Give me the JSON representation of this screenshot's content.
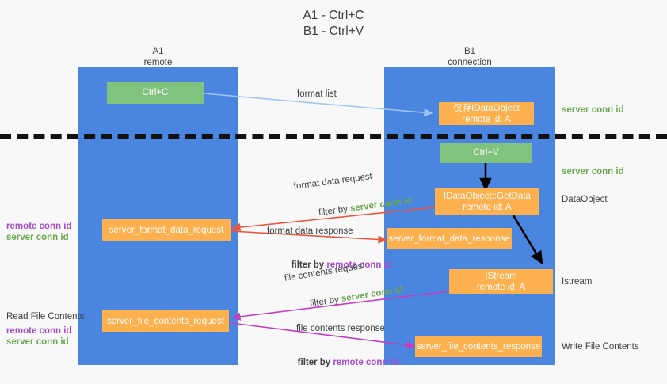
{
  "title": "A1 - Ctrl+C\nB1 - Ctrl+V",
  "columns": [
    {
      "name": "A1",
      "role": "remote",
      "header": "A1\nremote"
    },
    {
      "name": "B1",
      "role": "connection",
      "header": "B1\nconnection"
    }
  ],
  "colors": {
    "lane": "#4a86e0",
    "green_box": "#7fc37f",
    "orange_box": "#fcb04e",
    "server_conn_id": "#6aa84f",
    "remote_conn_id": "#a64bca",
    "arrow_format_list": "#9fc5f0",
    "arrow_format_data": "#e8553c",
    "arrow_file_contents": "#c13ec1",
    "arrow_internal": "#000000",
    "dashed_line": "#111111",
    "background": "#f8f8f8"
  },
  "nodes": {
    "ctrl_c": "Ctrl+C",
    "idataobject": "仅存IDataObject\nremote id: A",
    "ctrl_v": "Ctrl+V",
    "getdata": "IDataObject::GetData\nremote id: A",
    "format_data_request": "server_format_data_request",
    "format_data_response": "server_format_data_response",
    "istream": "IStream\nremote id: A",
    "file_contents_request": "server_file_contents_request",
    "file_contents_response": "server_file_contents_response"
  },
  "side_labels": {
    "server_conn_id_top": "server conn id",
    "server_conn_id_mid": "server conn id",
    "dataobject": "DataObject",
    "istream": "Istream",
    "write_file_contents": "Write File Contents",
    "read_file_contents": "Read File Contents"
  },
  "left_legends": [
    {
      "remote": "remote conn id",
      "server": "server conn id"
    },
    {
      "remote": "remote conn id",
      "server": "server conn id"
    }
  ],
  "edges": [
    {
      "id": "format-list",
      "label": "format list",
      "filter_prefix": "",
      "filter_value": "",
      "filter_color": ""
    },
    {
      "id": "format-data-request",
      "label": "format data request",
      "filter_prefix": "filter by ",
      "filter_value": "server conn id",
      "filter_color": "#6aa84f"
    },
    {
      "id": "format-data-response",
      "label": "format data response",
      "filter_prefix": "filter by ",
      "filter_value": "remote conn id",
      "filter_color": "#a64bca"
    },
    {
      "id": "file-contents-request",
      "label": "file contents request",
      "filter_prefix": "filter by ",
      "filter_value": "server conn id",
      "filter_color": "#6aa84f"
    },
    {
      "id": "file-contents-response",
      "label": "file contents response",
      "filter_prefix": "filter by ",
      "filter_value": "remote conn id",
      "filter_color": "#a64bca"
    }
  ]
}
